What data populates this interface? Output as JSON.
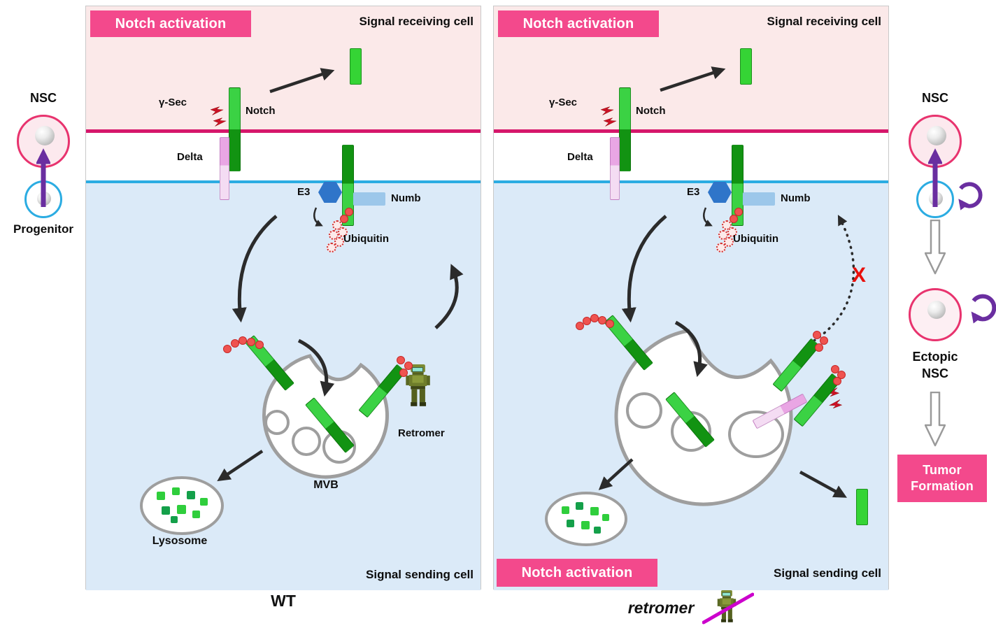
{
  "colors": {
    "badge_pink": "#F3498C",
    "membrane_receiving": "#D6176B",
    "membrane_sending": "#2BACE2",
    "receiving_cell_bg": "#FBE9E9",
    "sending_cell_bg": "#DBEAF8",
    "notch_bright_green": "#3BD244",
    "notch_dark_green": "#129312",
    "delta_pink": "#E9A6E4",
    "numb_blue": "#9CC7EA",
    "e3_hex_blue": "#2F75C9",
    "ubiquitin_red": "#EF5350",
    "self_renew_purple": "#6A2EA0",
    "blocked_x_red": "#E8100C"
  },
  "sidebar_left": {
    "nsc": "NSC",
    "progenitor": "Progenitor"
  },
  "panel_wt": {
    "badge_top": "Notch activation",
    "receiving_cell": "Signal receiving cell",
    "gamma_sec": "γ-Sec",
    "notch": "Notch",
    "delta": "Delta",
    "e3": "E3",
    "numb": "Numb",
    "ubiquitin": "Ubiquitin",
    "retromer": "Retromer",
    "mvb": "MVB",
    "lysosome": "Lysosome",
    "sending_cell": "Signal sending cell",
    "caption": "WT"
  },
  "panel_retromer": {
    "badge_top": "Notch activation",
    "badge_bottom": "Notch activation",
    "receiving_cell": "Signal receiving cell",
    "gamma_sec": "γ-Sec",
    "notch": "Notch",
    "delta": "Delta",
    "e3": "E3",
    "numb": "Numb",
    "ubiquitin": "Ubiquitin",
    "blocked_x": "X",
    "sending_cell": "Signal sending cell",
    "caption": "retromer"
  },
  "sidebar_right": {
    "nsc": "NSC",
    "ectopic_nsc": "Ectopic\nNSC",
    "tumor_formation": "Tumor\nFormation"
  }
}
